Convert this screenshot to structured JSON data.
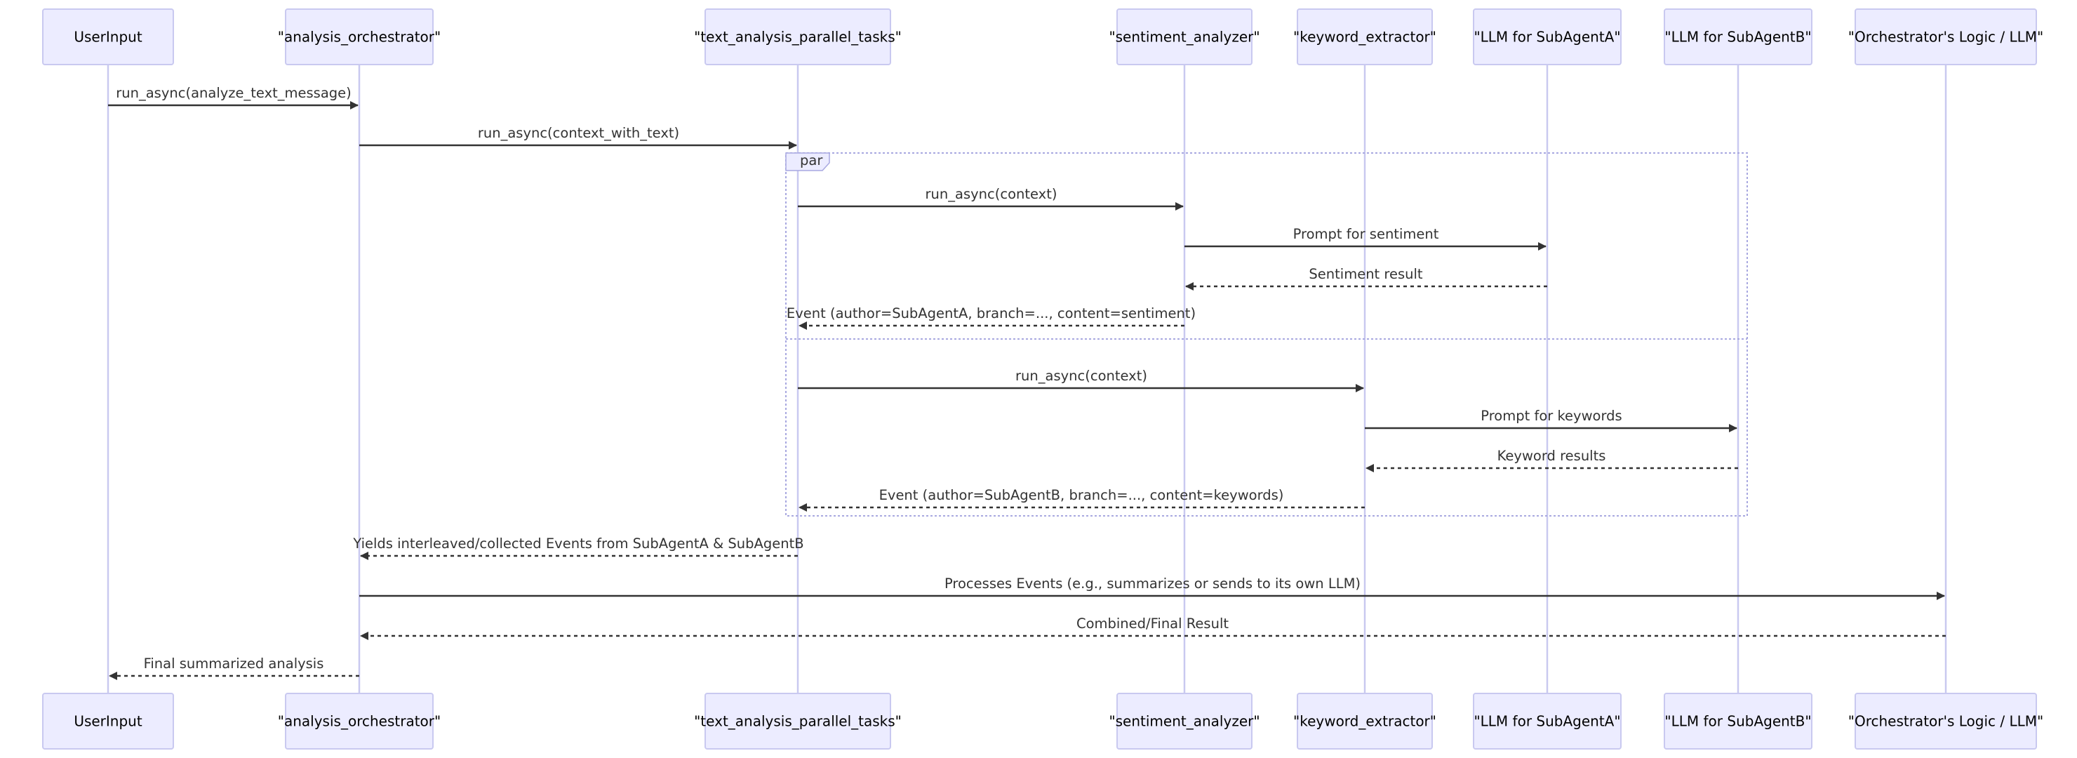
{
  "participants": [
    {
      "id": "user",
      "label": "UserInput"
    },
    {
      "id": "orch",
      "label": "\"analysis_orchestrator\""
    },
    {
      "id": "par",
      "label": "\"text_analysis_parallel_tasks\""
    },
    {
      "id": "sent",
      "label": "\"sentiment_analyzer\""
    },
    {
      "id": "kw",
      "label": "\"keyword_extractor\""
    },
    {
      "id": "llma",
      "label": "\"LLM for SubAgentA\""
    },
    {
      "id": "llmb",
      "label": "\"LLM for SubAgentB\""
    },
    {
      "id": "ologic",
      "label": "\"Orchestrator's Logic / LLM\""
    }
  ],
  "fragment": {
    "kind": "par"
  },
  "messages": [
    {
      "from": "user",
      "to": "orch",
      "label": "run_async(analyze_text_message)",
      "style": "solid"
    },
    {
      "from": "orch",
      "to": "par",
      "label": "run_async(context_with_text)",
      "style": "solid"
    },
    {
      "from": "par",
      "to": "sent",
      "label": "run_async(context)",
      "style": "solid"
    },
    {
      "from": "sent",
      "to": "llma",
      "label": "Prompt for sentiment",
      "style": "solid"
    },
    {
      "from": "llma",
      "to": "sent",
      "label": "Sentiment result",
      "style": "dashed"
    },
    {
      "from": "sent",
      "to": "par",
      "label": "Event (author=SubAgentA, branch=..., content=sentiment)",
      "style": "dashed"
    },
    {
      "from": "par",
      "to": "kw",
      "label": "run_async(context)",
      "style": "solid"
    },
    {
      "from": "kw",
      "to": "llmb",
      "label": "Prompt for keywords",
      "style": "solid"
    },
    {
      "from": "llmb",
      "to": "kw",
      "label": "Keyword results",
      "style": "dashed"
    },
    {
      "from": "kw",
      "to": "par",
      "label": "Event (author=SubAgentB, branch=..., content=keywords)",
      "style": "dashed"
    },
    {
      "from": "par",
      "to": "orch",
      "label": "Yields interleaved/collected Events from SubAgentA & SubAgentB",
      "style": "dashed"
    },
    {
      "from": "orch",
      "to": "ologic",
      "label": "Processes Events (e.g., summarizes or sends to its own LLM)",
      "style": "solid"
    },
    {
      "from": "ologic",
      "to": "orch",
      "label": "Combined/Final Result",
      "style": "dashed"
    },
    {
      "from": "orch",
      "to": "user",
      "label": "Final summarized analysis",
      "style": "dashed"
    }
  ]
}
